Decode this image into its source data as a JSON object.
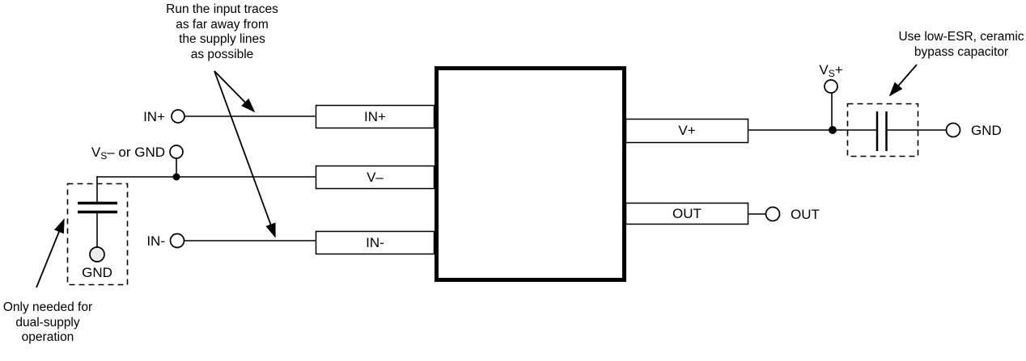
{
  "diagram": {
    "annotations": {
      "input_traces": {
        "line1": "Run the input traces",
        "line2": "as far away from",
        "line3": "the supply lines",
        "line4": "as possible"
      },
      "bypass_cap": {
        "line1": "Use low-ESR, ceramic",
        "line2": "bypass capacitor"
      },
      "dual_supply": {
        "line1": "Only needed for",
        "line2": "dual-supply",
        "line3": "operation"
      }
    },
    "terminals": {
      "in_plus": "IN+",
      "vs_minus_base": "V",
      "vs_minus_sub": "S",
      "vs_minus_rest": "– or GND",
      "in_minus": "IN-",
      "vs_plus_base": "V",
      "vs_plus_sub": "S",
      "vs_plus_rest": "+",
      "gnd_bypass": "GND",
      "out": "OUT",
      "gnd_left_cap": "GND"
    },
    "pins": {
      "in_plus": "IN+",
      "v_minus": "V–",
      "in_minus": "IN-",
      "v_plus": "V+",
      "out": "OUT"
    }
  },
  "colors": {
    "line": "#000000",
    "background": "#ffffff",
    "gnd_pad_fill": "#ededed"
  }
}
